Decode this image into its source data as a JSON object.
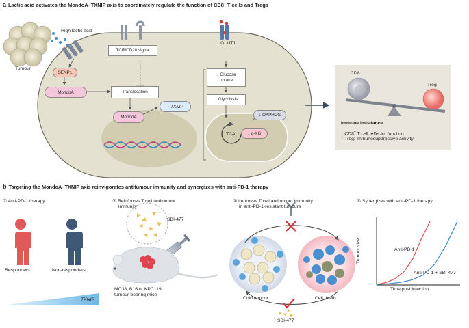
{
  "panel_a": {
    "letter": "a",
    "title": "Lactic acid activates the MondoA–TXNIP axis to coordinately regulate the function of CD8",
    "title_sup": "+",
    "title_end": " T cells and Tregs",
    "high_lactic_acid": "High lactic acid",
    "tumour": "Tumour",
    "senp1": "SENP1",
    "mondoa": "MondoA",
    "translocation": "Translocation",
    "tcr_signal": "TCR/CD28 signal",
    "glut1": "↓ GLUT1",
    "glucose_uptake": "↓ Glucose\nuptake",
    "glycolysis": "↓ Glycolysis",
    "oxphos": "↓ OXPHOS",
    "tca": "TCA",
    "akg": "↓ α-KG",
    "nucleus_mondoa": "MondoA",
    "txnip_arrow": "↑",
    "txnip": "TXNIP",
    "cd8": "CD8",
    "treg": "Treg",
    "immune_imbalance": "Immune imbalance",
    "imb_line1_a": "↓ CD8",
    "imb_line1_sup": "+",
    "imb_line1_b": " T cell: effector function",
    "imb_line2": "↑ Treg: immunosuppressive activity"
  },
  "panel_b": {
    "letter": "b",
    "title": "Targeting the MondoA–TXNIP axis reinvigorates antitumour immunity and synergizes with anti-PD-1 therapy",
    "step1": "① Anti-PD-1 therapy",
    "responders": "Responders",
    "non_responders": "Non-responders",
    "txnip_gradient": "TXNIP",
    "step2_l1": "② Reinforces T cell antitumour",
    "step2_l2": "immunity",
    "sbi_label": "SBI-477",
    "mice_l1": "MC38, B16 or KPC119",
    "mice_l2": "tumour-bearing mice",
    "step3_l1": "③ Improves T cell antitumour immunity",
    "step3_l2": "in anti-PD-1-resistant tumours",
    "cold_tumour": "Cold tumour",
    "cell_death": "Cell death",
    "sbi_label2": "SBI-477",
    "step4": "④ Synergizes with anti-PD-1 therapy",
    "colors": {
      "responder": "#e05a5a",
      "non_responder": "#3f5878",
      "txnip_blue": "#6fb8e8"
    }
  },
  "chart_data": {
    "type": "line",
    "title": "",
    "xlabel": "Time post injection",
    "ylabel": "Tumour size",
    "series": [
      {
        "name": "Anti-PD-1",
        "color": "#d9534f",
        "values": [
          0.0,
          0.03,
          0.09,
          0.2,
          0.4,
          0.72,
          1.0
        ]
      },
      {
        "name": "Anti-PD-1 + SBI-477",
        "color": "#3b86c8",
        "values": [
          0.0,
          0.01,
          0.03,
          0.07,
          0.15,
          0.32,
          0.62,
          1.0
        ]
      }
    ]
  }
}
